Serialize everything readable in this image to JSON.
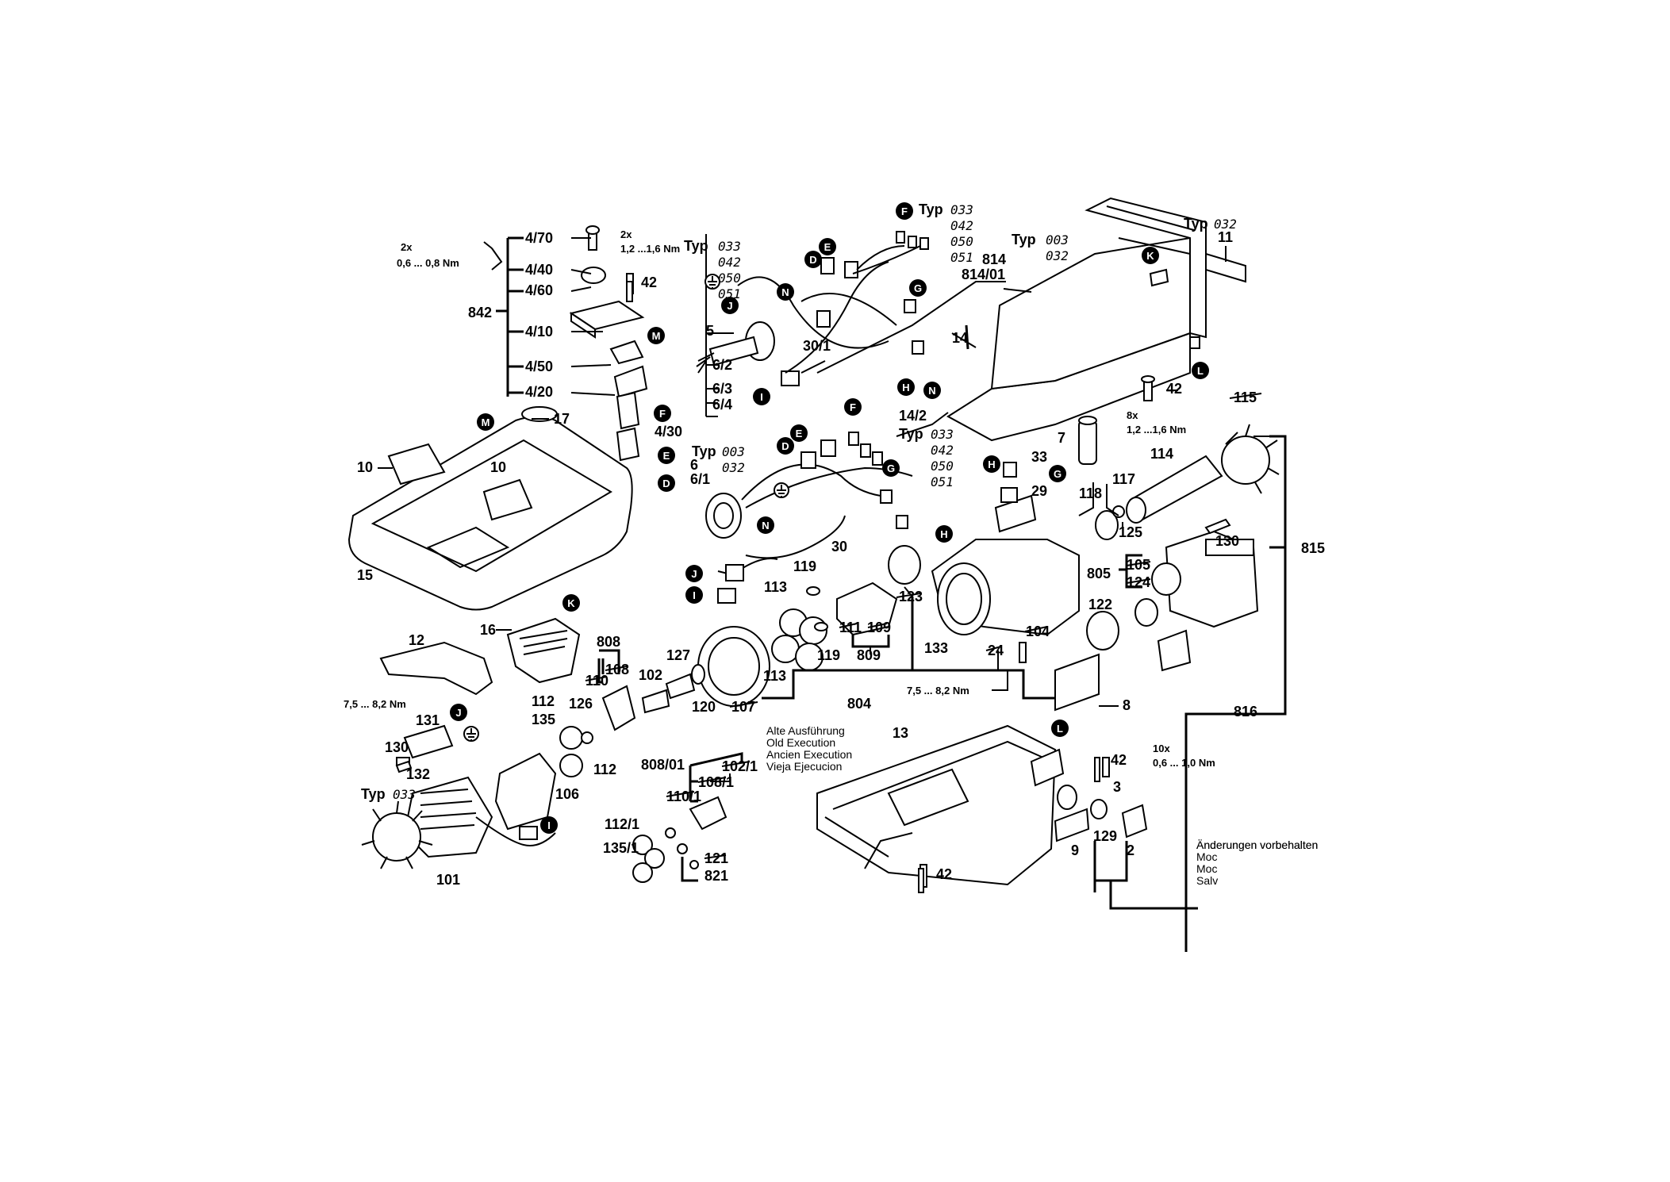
{
  "labels": {
    "l842": "842",
    "l4_70": "4/70",
    "l4_40": "4/40",
    "l4_60": "4/60",
    "l4_10": "4/10",
    "l4_50": "4/50",
    "l4_20": "4/20",
    "l4_30": "4/30",
    "l2x_a": "2x",
    "l2x_torque_a": "0,6 ... 0,8 Nm",
    "l2x_b": "2x",
    "l2x_torque_b": "1,2 ...1,6 Nm",
    "l42_a": "42",
    "l5": "5",
    "l6_2": "6/2",
    "l6_3": "6/3",
    "l6_4": "6/4",
    "l30_1": "30/1",
    "l814": "814",
    "l814_01": "814/01",
    "l14": "14",
    "l14_2": "14/2",
    "l11": "11",
    "l42_b": "42",
    "l8x": "8x",
    "l8x_torque": "1,2 ...1,6 Nm",
    "l115": "115",
    "l17": "17",
    "l10a": "10",
    "l10b": "10",
    "l15": "15",
    "l16": "16",
    "l6": "6",
    "l6_1": "6/1",
    "l30": "30",
    "l7": "7",
    "l33": "33",
    "l29": "29",
    "l118": "118",
    "l117": "117",
    "l114": "114",
    "l125": "125",
    "l119a": "119",
    "l113a": "113",
    "l123": "123",
    "l111": "111",
    "l109": "109",
    "l119b": "119",
    "l809": "809",
    "l113b": "113",
    "l133": "133",
    "l24": "24",
    "l104": "104",
    "l805": "805",
    "l105": "105",
    "l124": "124",
    "l122": "122",
    "l130a": "130",
    "l815": "815",
    "l12": "12",
    "l808": "808",
    "l108": "108",
    "l110": "110",
    "l102": "102",
    "l127": "127",
    "l120": "120",
    "l107": "107",
    "l804": "804",
    "l7_5_a": "7,5 ... 8,2 Nm",
    "l8": "8",
    "l816": "816",
    "l7_5_b": "7,5 ... 8,2 Nm",
    "l130b": "130",
    "l131": "131",
    "l132": "132",
    "l112": "112",
    "l135": "135",
    "l126": "126",
    "l112b": "112",
    "l106": "106",
    "l101": "101",
    "l808_01": "808/01",
    "l108_1": "108/1",
    "l102_1": "102/1",
    "l110_1": "110/1",
    "l112_1": "112/1",
    "l135_1": "135/1",
    "l121": "121",
    "l821": "821",
    "l13": "13",
    "l42_c": "42",
    "l3": "3",
    "l129": "129",
    "l2": "2",
    "l9": "9",
    "l42_d": "42",
    "l10x": "10x",
    "l10x_torque": "0,6 ... 1,0 Nm"
  },
  "typ_blocks": {
    "wiring_top": {
      "word": "Typ",
      "codes": [
        "033",
        "042",
        "050",
        "051"
      ]
    },
    "wiring_top_right": {
      "word": "Typ",
      "codes": [
        "033",
        "042",
        "050",
        "051"
      ]
    },
    "housing_top": {
      "word": "Typ",
      "codes": [
        "003",
        "032"
      ]
    },
    "label_plate": {
      "word": "Typ",
      "codes": [
        "032"
      ]
    },
    "wiring_mid_left": {
      "word": "Typ",
      "codes": [
        "003",
        "032"
      ]
    },
    "wiring_mid_right": {
      "word": "Typ",
      "codes": [
        "033",
        "042",
        "050",
        "051"
      ]
    },
    "motor": {
      "word": "Typ",
      "codes": [
        "033"
      ]
    }
  },
  "connectors": [
    "D",
    "E",
    "F",
    "G",
    "H",
    "I",
    "J",
    "K",
    "L",
    "M",
    "N"
  ],
  "old_execution": [
    "Alte Ausführung",
    "Old Execution",
    "Ancien Execution",
    "Vieja Ejecucion"
  ],
  "changes_note": [
    "Änderungen vorbehalten",
    "Moc",
    "Moc",
    "Salv"
  ]
}
